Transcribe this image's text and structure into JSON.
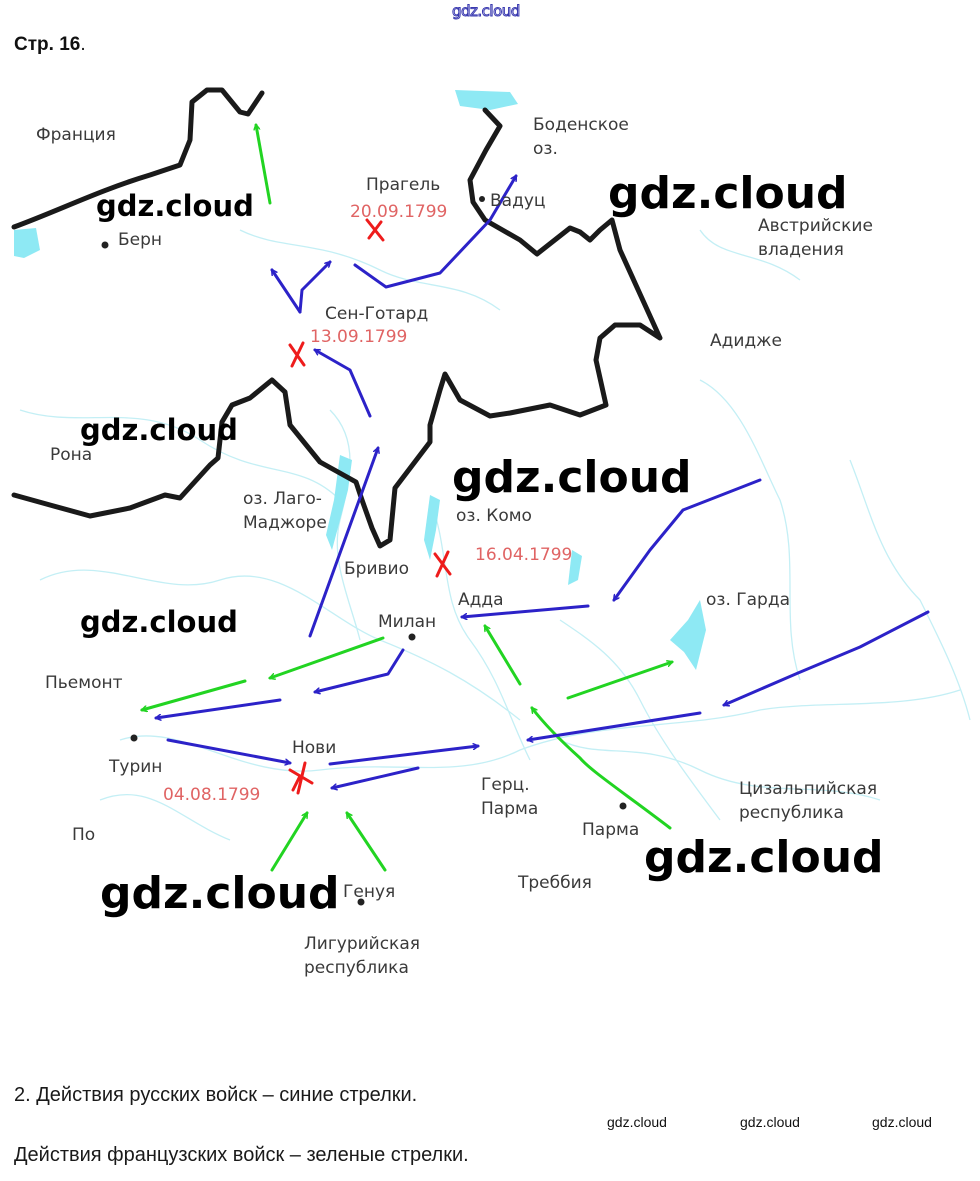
{
  "header": {
    "watermark": "gdz.cloud",
    "page_label": "Стр. 16",
    "page_label_dot": "."
  },
  "map": {
    "colors": {
      "russian_arrows": "#2c22c8",
      "french_arrows": "#22d422",
      "border": "#1a1a1a",
      "battle_mark": "#ee1c1c",
      "battle_date": "#e06464",
      "water": "#8ee9f4",
      "river": "#b5ecf2"
    },
    "places": {
      "france": "Франция",
      "bern": "Берн",
      "pragel": "Прагель",
      "vaduz": "Вадуц",
      "bodensee_1": "Боденское",
      "bodensee_2": "оз.",
      "austria_1": "Австрийские",
      "austria_2": "владения",
      "st_gotthard": "Сен-Готард",
      "adige": "Адидже",
      "rhone": "Рона",
      "maggiore_1": "оз. Лаго-",
      "maggiore_2": "Маджоре",
      "como": "оз. Комо",
      "brivio": "Бривио",
      "adda": "Адда",
      "garda": "оз. Гарда",
      "milan": "Милан",
      "piedmont": "Пьемонт",
      "turin": "Турин",
      "novi": "Нови",
      "po": "По",
      "parma_duchy_1": "Герц.",
      "parma_duchy_2": "Парма",
      "parma": "Парма",
      "cisalpine_1": "Цизальпийская",
      "cisalpine_2": "республика",
      "trebbia": "Треббия",
      "genoa": "Генуя",
      "ligurian_1": "Лигурийская",
      "ligurian_2": "республика"
    },
    "battles": {
      "pragel": "20.09.1799",
      "st_gotthard": "13.09.1799",
      "adda": "16.04.1799",
      "novi": "04.08.1799"
    },
    "watermarks": [
      "gdz.cloud",
      "gdz.cloud",
      "gdz.cloud",
      "gdz.cloud",
      "gdz.cloud",
      "gdz.cloud",
      "gdz.cloud"
    ]
  },
  "answer": {
    "line1": "2. Действия русских войск – синие стрелки.",
    "line2": "Действия французских войск – зеленые стрелки."
  },
  "footer_watermarks": [
    "gdz.cloud",
    "gdz.cloud",
    "gdz.cloud"
  ]
}
